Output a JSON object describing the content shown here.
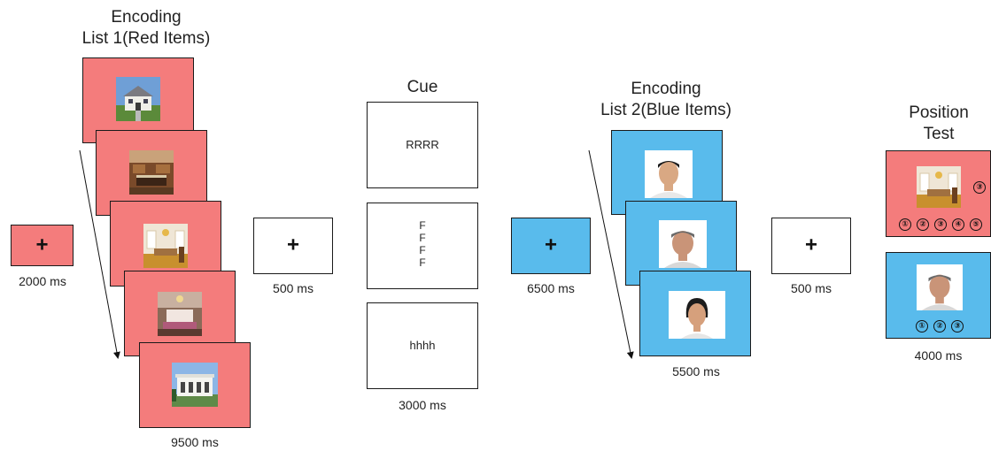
{
  "encoding1": {
    "title_line1": "Encoding",
    "title_line2": "List 1(Red Items)",
    "duration": "9500 ms"
  },
  "fix1": {
    "symbol": "+",
    "duration": "2000 ms"
  },
  "fix2": {
    "symbol": "+",
    "duration": "500 ms"
  },
  "cue": {
    "title": "Cue",
    "top": "RRRR",
    "middle": [
      "F",
      "F",
      "F",
      "F"
    ],
    "bottom": "hhhh",
    "duration": "3000 ms"
  },
  "fix3": {
    "symbol": "+",
    "duration": "6500 ms"
  },
  "encoding2": {
    "title_line1": "Encoding",
    "title_line2": "List 2(Blue Items)",
    "duration": "5500 ms"
  },
  "fix4": {
    "symbol": "+",
    "duration": "500 ms"
  },
  "test": {
    "title_line1": "Position",
    "title_line2": "Test",
    "duration": "4000 ms",
    "red_marker": "③",
    "red_options": [
      "①",
      "②",
      "③",
      "④",
      "⑤"
    ],
    "blue_options": [
      "①",
      "②",
      "③"
    ]
  },
  "colors": {
    "red_list": "#f47c7c",
    "blue_list": "#59bbec",
    "border": "#1a1a1a"
  }
}
